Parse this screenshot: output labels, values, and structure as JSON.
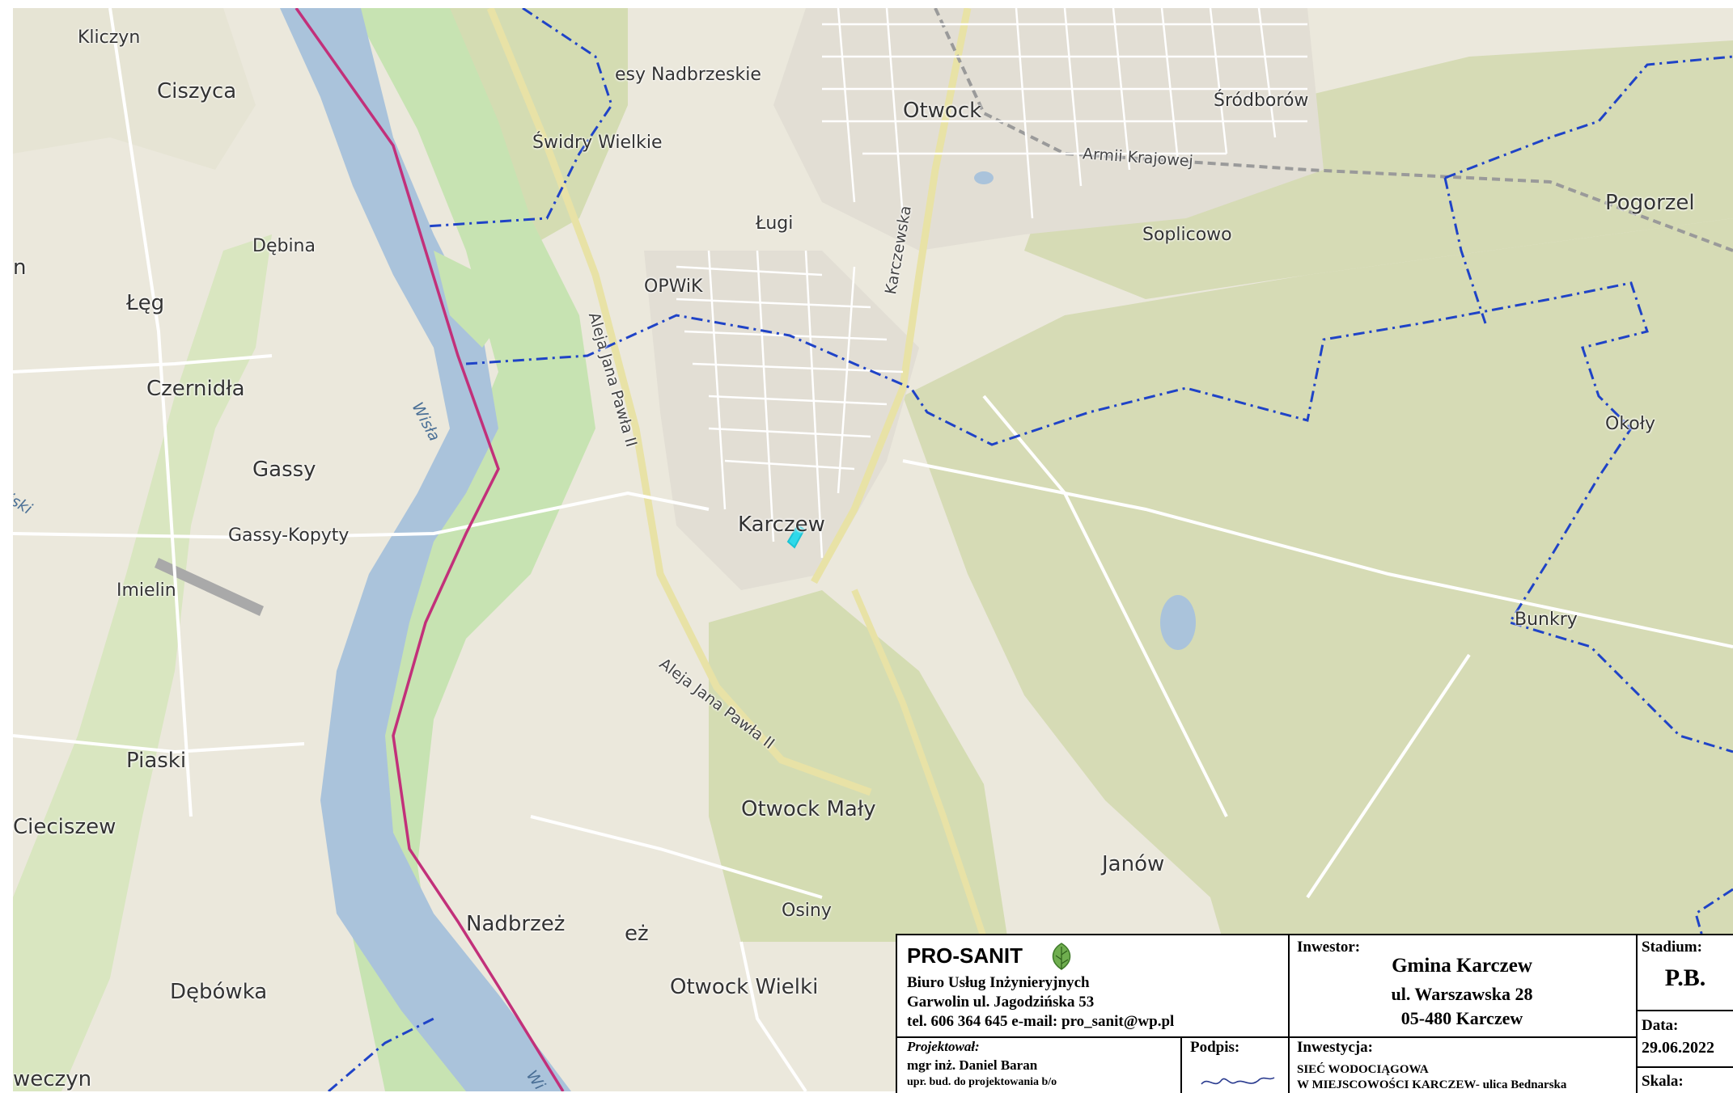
{
  "map": {
    "places": {
      "kliczyn": "Kliczyn",
      "ciszyca": "Ciszyca",
      "debina": "Dębina",
      "leg": "Łęg",
      "czernidla": "Czernidła",
      "gassy": "Gassy",
      "gassy_kopyty": "Gassy-Kopyty",
      "imielin": "Imielin",
      "piaski": "Piaski",
      "cieciszew": "Cieciszew",
      "debowka": "Dębówka",
      "weczyn": "weczyn",
      "nadbrzez": "Nadbrzeż",
      "ez": "eż",
      "otwock_wielki": "Otwock Wielki",
      "osiny": "Osiny",
      "otwock_maly": "Otwock Mały",
      "janow": "Janów",
      "karczew": "Karczew",
      "opwik": "OPWiK",
      "lugi": "Ługi",
      "swidry_wielkie": "Świdry Wielkie",
      "lesy_nadbrzeskie": "esy Nadbrzeskie",
      "otwock": "Otwock",
      "srodborow": "Śródborów",
      "soplicowo": "Soplicowo",
      "pogorzel": "Pogorzel",
      "okoly": "Okoły",
      "bunkry": "Bunkry",
      "n_edge": "n"
    },
    "roads": {
      "armii_krajowej": "Armii Krajowej",
      "karczewska": "Karczewska",
      "jana_pawla_1": "Aleja Jana Pawła II",
      "jana_pawla_2": "Aleja Jana Pawła II"
    },
    "rivers": {
      "wisla": "Wisła",
      "wisla_2": "Wi",
      "ski": "iski"
    },
    "colors": {
      "water": "#aac3db",
      "forest": "#d4dcb2",
      "green": "#c9e6b4",
      "urban": "#e0ddd5",
      "border_magenta": "#c2307a",
      "border_blue": "#1f43c7",
      "highlight": "#2fd9ea"
    }
  },
  "title_block": {
    "company": "PRO-SANIT",
    "company_sub": "Biuro Usług Inżynieryjnych",
    "company_address": "Garwolin ul. Jagodzińska 53",
    "company_contact": "tel. 606 364 645 e-mail: pro_sanit@wp.pl",
    "investor_label": "Inwestor:",
    "investor_name": "Gmina Karczew",
    "investor_street": "ul. Warszawska 28",
    "investor_city": "05-480 Karczew",
    "stage_label": "Stadium:",
    "stage_value": "P.B.",
    "date_label": "Data:",
    "date_value": "29.06.2022",
    "designer_label": "Projektował:",
    "designer_name": "mgr inż. Daniel Baran",
    "designer_perm": "upr. bud. do projektowania b/o",
    "signature_label": "Podpis:",
    "investment_label": "Inwestycja:",
    "investment_line1": "SIEĆ WODOCIĄGOWA",
    "investment_line2": "W MIEJSCOWOŚCI KARCZEW- ulica Bednarska",
    "scale_label": "Skala:"
  }
}
